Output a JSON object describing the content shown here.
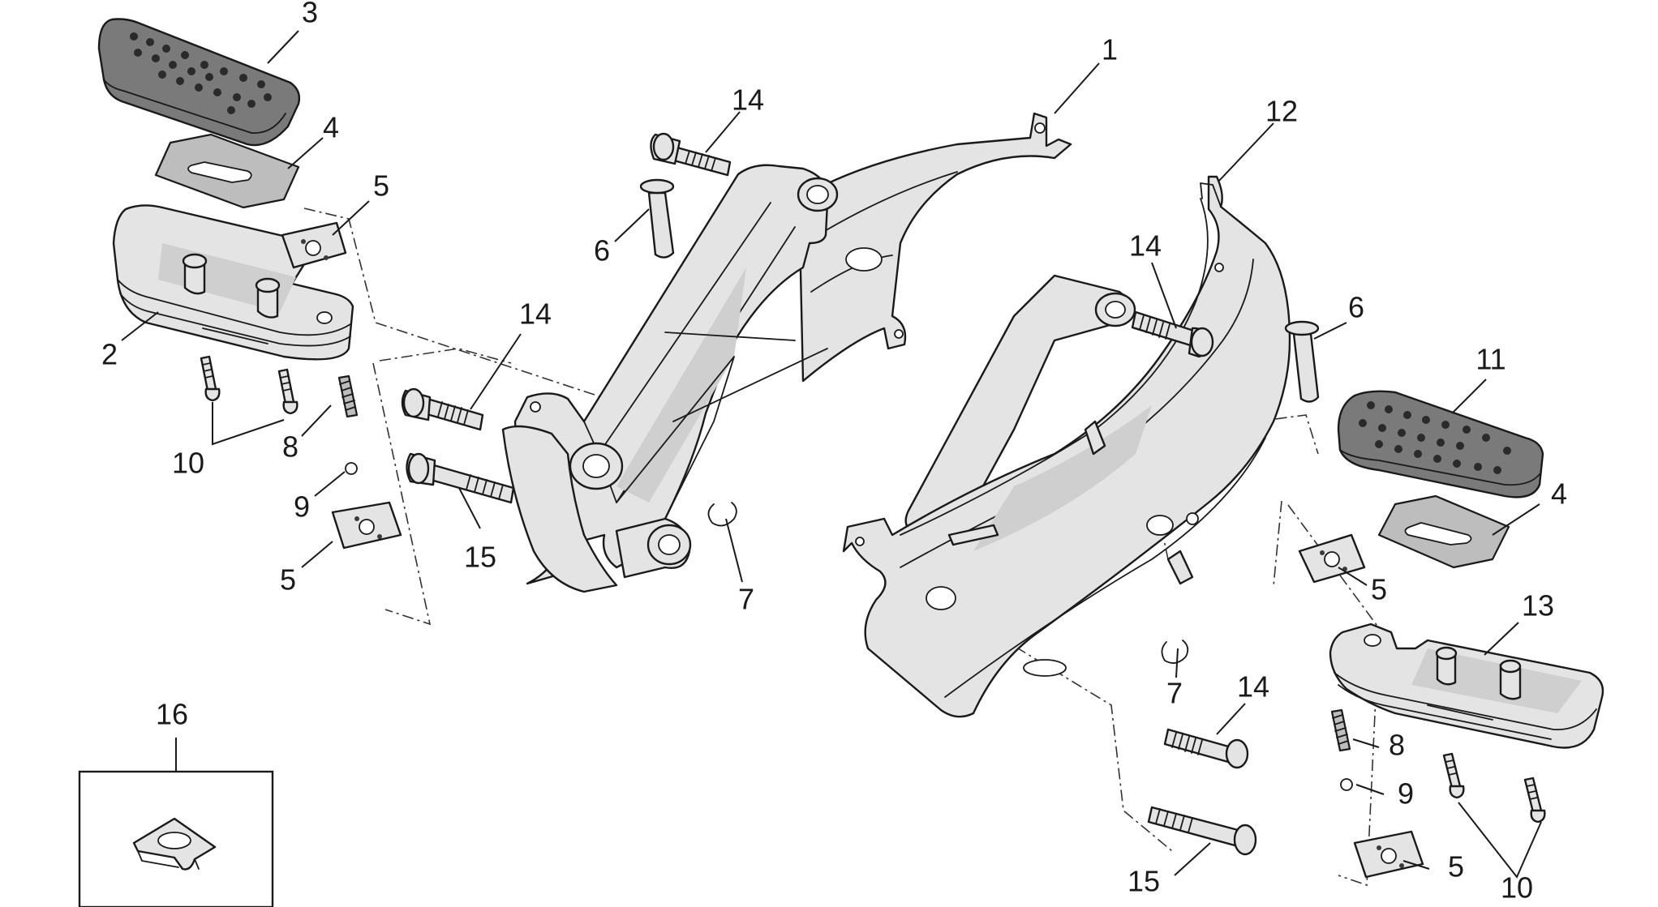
{
  "callouts": [
    {
      "id": "c3",
      "text": "3"
    },
    {
      "id": "c4a",
      "text": "4"
    },
    {
      "id": "c5a",
      "text": "5"
    },
    {
      "id": "c2",
      "text": "2"
    },
    {
      "id": "c10a",
      "text": "10"
    },
    {
      "id": "c8a",
      "text": "8"
    },
    {
      "id": "c9a",
      "text": "9"
    },
    {
      "id": "c5b",
      "text": "5"
    },
    {
      "id": "c14a",
      "text": "14"
    },
    {
      "id": "c6a",
      "text": "6"
    },
    {
      "id": "c14b",
      "text": "14"
    },
    {
      "id": "c15a",
      "text": "15"
    },
    {
      "id": "c7a",
      "text": "7"
    },
    {
      "id": "c1",
      "text": "1"
    },
    {
      "id": "c12",
      "text": "12"
    },
    {
      "id": "c14c",
      "text": "14"
    },
    {
      "id": "c6b",
      "text": "6"
    },
    {
      "id": "c11",
      "text": "11"
    },
    {
      "id": "c4b",
      "text": "4"
    },
    {
      "id": "c5c",
      "text": "5"
    },
    {
      "id": "c13",
      "text": "13"
    },
    {
      "id": "c7b",
      "text": "7"
    },
    {
      "id": "c14d",
      "text": "14"
    },
    {
      "id": "c8b",
      "text": "8"
    },
    {
      "id": "c9b",
      "text": "9"
    },
    {
      "id": "c15b",
      "text": "15"
    },
    {
      "id": "c5d",
      "text": "5"
    },
    {
      "id": "c10b",
      "text": "10"
    },
    {
      "id": "c16",
      "text": "16"
    }
  ]
}
